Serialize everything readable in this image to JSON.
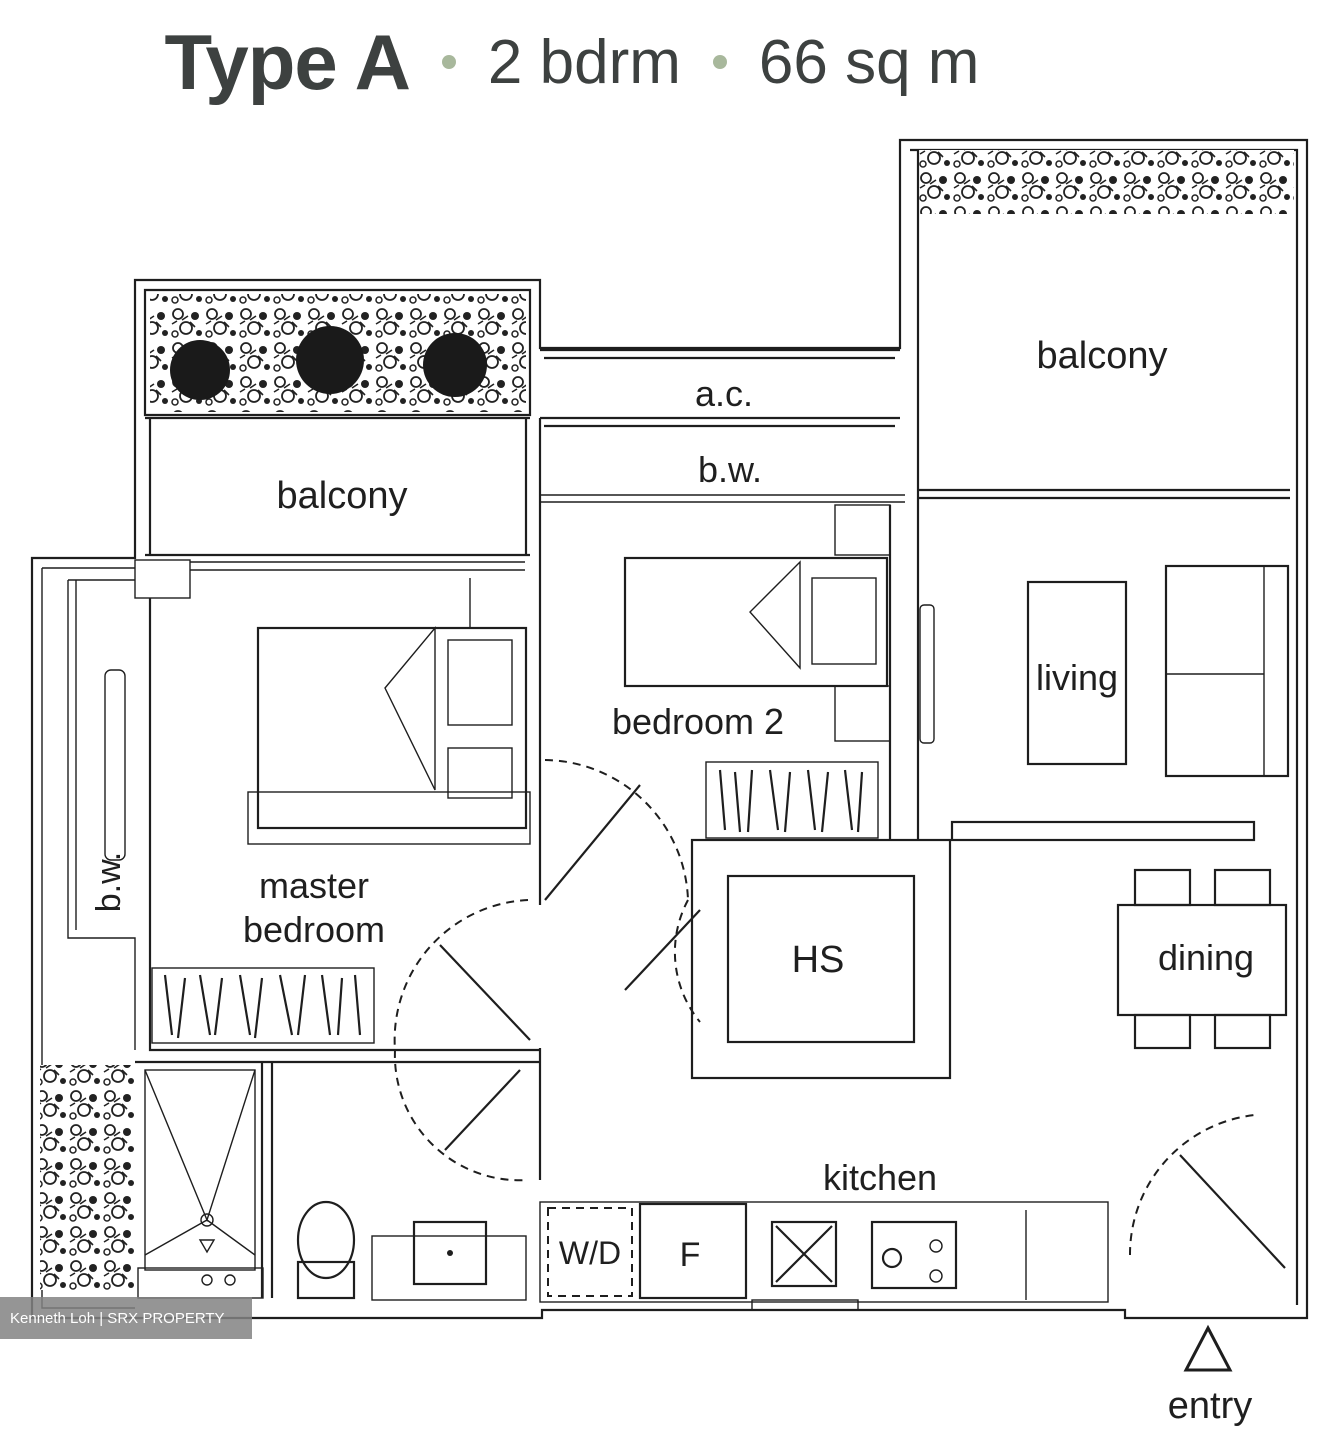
{
  "header": {
    "type": "Type A",
    "bedrooms": "2 bdrm",
    "area": "66 sq m"
  },
  "rooms": {
    "balcony_left": "balcony",
    "balcony_right": "balcony",
    "ac": "a.c.",
    "bw_top": "b.w.",
    "bw_left": "b.w.",
    "master_line1": "master",
    "master_line2": "bedroom",
    "bedroom2": "bedroom 2",
    "living": "living",
    "hs": "HS",
    "dining": "dining",
    "kitchen": "kitchen",
    "wd": "W/D",
    "fridge": "F",
    "entry": "entry"
  },
  "watermark": "Kenneth Loh | SRX PROPERTY",
  "colors": {
    "title": "#3d4140",
    "bullet": "#a8b89c",
    "line": "#1e1e1e"
  }
}
